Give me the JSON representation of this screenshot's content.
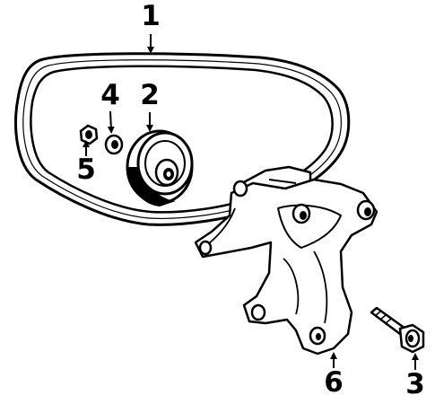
{
  "diagram": {
    "callouts": [
      {
        "id": "1",
        "label": "1",
        "part": "drive-belt"
      },
      {
        "id": "2",
        "label": "2",
        "part": "idler-pulley"
      },
      {
        "id": "3",
        "label": "3",
        "part": "bolt"
      },
      {
        "id": "4",
        "label": "4",
        "part": "washer"
      },
      {
        "id": "5",
        "label": "5",
        "part": "nut"
      },
      {
        "id": "6",
        "label": "6",
        "part": "mounting-bracket"
      }
    ],
    "colors": {
      "line": "#000000",
      "background": "#ffffff"
    }
  }
}
